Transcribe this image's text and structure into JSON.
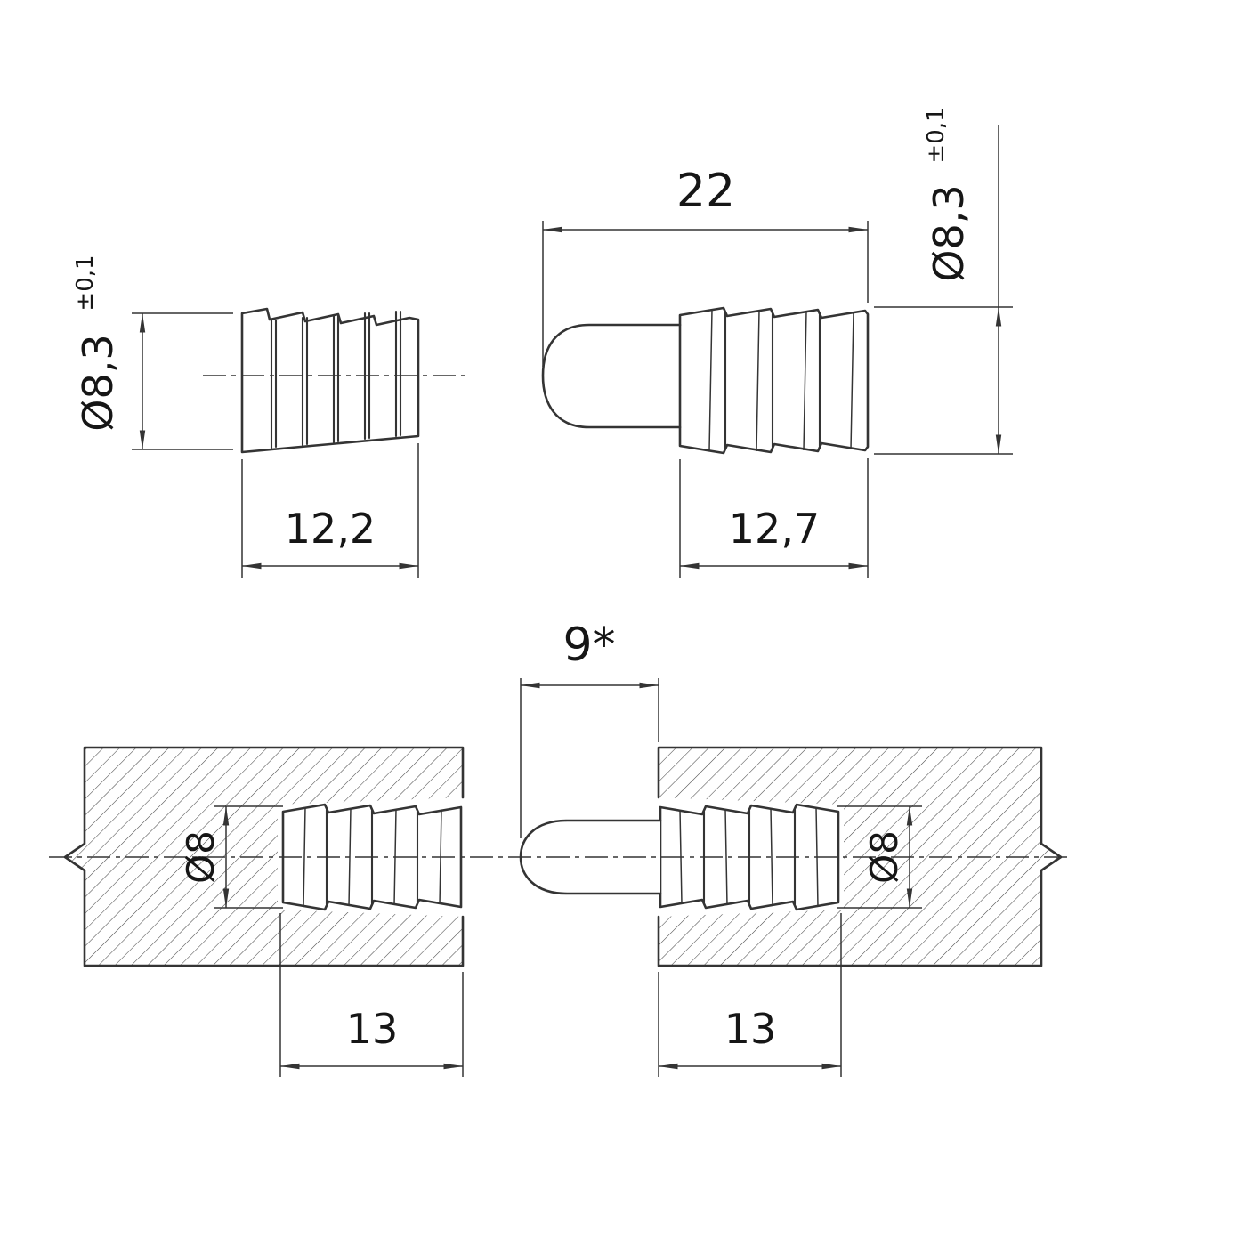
{
  "colors": {
    "line": "#343434",
    "text": "#161616",
    "hatch": "#4a4a4a",
    "background": "#ffffff"
  },
  "views": {
    "sleeve_front": {
      "diameter": "Ø8,3",
      "diameter_tolerance": "±0,1",
      "length": "12,2"
    },
    "dowel_side": {
      "total_length": "22",
      "diameter": "Ø8,3",
      "diameter_tolerance": "±0,1",
      "ribbed_length": "12,7"
    },
    "assembly": {
      "protrusion_gap": "9*",
      "left_hole_diameter": "Ø8",
      "left_hole_depth": "13",
      "right_hole_diameter": "Ø8",
      "right_hole_depth": "13"
    }
  }
}
